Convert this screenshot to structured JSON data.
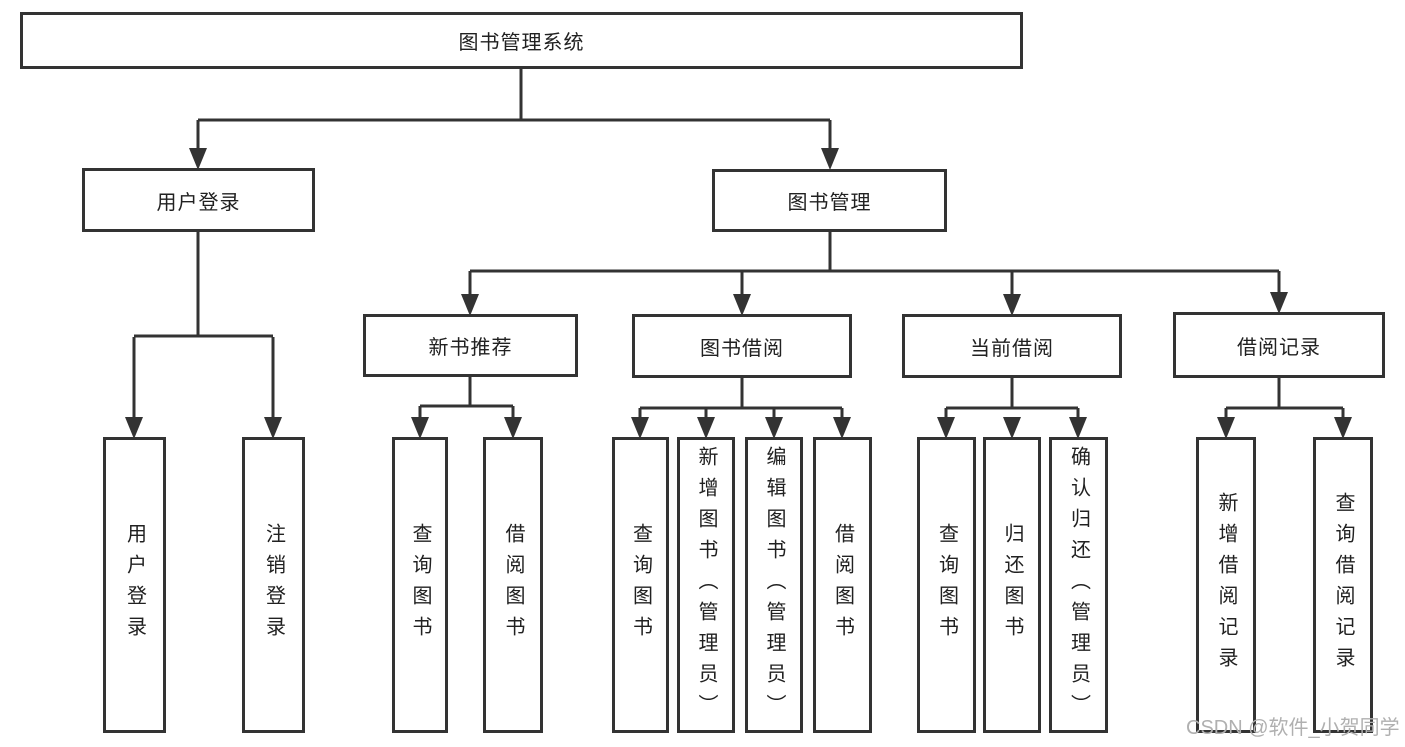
{
  "nodes": {
    "root": {
      "label": "图书管理系统"
    },
    "user_login": {
      "label": "用户登录"
    },
    "book_management": {
      "label": "图书管理"
    },
    "new_book_recommend": {
      "label": "新书推荐"
    },
    "book_borrow": {
      "label": "图书借阅"
    },
    "current_borrow": {
      "label": "当前借阅"
    },
    "borrow_records": {
      "label": "借阅记录"
    },
    "user_login_leaf": {
      "label": "用户登录"
    },
    "logout_leaf": {
      "label": "注销登录"
    },
    "recommend_query_book": {
      "label": "查询图书"
    },
    "recommend_borrow_book": {
      "label": "借阅图书"
    },
    "borrow_query_book": {
      "label": "查询图书"
    },
    "borrow_add_book": {
      "label": "新增图书（管理员）"
    },
    "borrow_edit_book": {
      "label": "编辑图书（管理员）"
    },
    "borrow_borrow_book": {
      "label": "借阅图书"
    },
    "current_query_book": {
      "label": "查询图书"
    },
    "current_return_book": {
      "label": "归还图书"
    },
    "current_confirm_return": {
      "label": "确认归还（管理员）"
    },
    "records_add_record": {
      "label": "新增借阅记录"
    },
    "records_query_record": {
      "label": "查询借阅记录"
    }
  },
  "edges": [
    [
      "root",
      "user_login"
    ],
    [
      "root",
      "book_management"
    ],
    [
      "user_login",
      "user_login_leaf"
    ],
    [
      "user_login",
      "logout_leaf"
    ],
    [
      "book_management",
      "new_book_recommend"
    ],
    [
      "book_management",
      "book_borrow"
    ],
    [
      "book_management",
      "current_borrow"
    ],
    [
      "book_management",
      "borrow_records"
    ],
    [
      "new_book_recommend",
      "recommend_query_book"
    ],
    [
      "new_book_recommend",
      "recommend_borrow_book"
    ],
    [
      "book_borrow",
      "borrow_query_book"
    ],
    [
      "book_borrow",
      "borrow_add_book"
    ],
    [
      "book_borrow",
      "borrow_edit_book"
    ],
    [
      "book_borrow",
      "borrow_borrow_book"
    ],
    [
      "current_borrow",
      "current_query_book"
    ],
    [
      "current_borrow",
      "current_return_book"
    ],
    [
      "current_borrow",
      "current_confirm_return"
    ],
    [
      "borrow_records",
      "records_add_record"
    ],
    [
      "borrow_records",
      "records_query_record"
    ]
  ],
  "watermark": {
    "text": "CSDN @软件_小贺同学",
    "color": "#b0b0b0"
  },
  "colors": {
    "line": "#333333",
    "text": "#212121",
    "background": "#ffffff"
  }
}
